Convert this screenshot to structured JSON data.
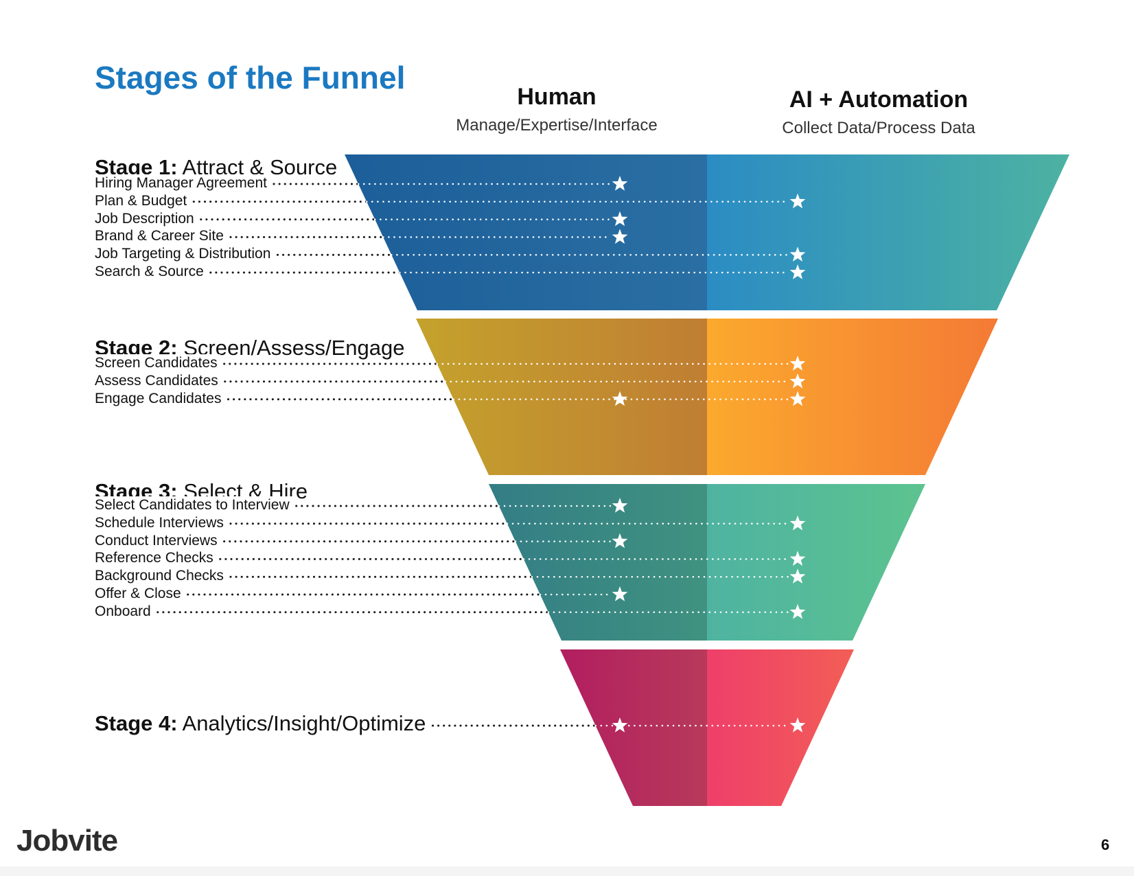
{
  "page": {
    "title": "Stages of the Funnel",
    "logo": "Jobvite",
    "page_number": "6"
  },
  "columns": {
    "human": {
      "title": "Human",
      "subtitle": "Manage/Expertise/Interface"
    },
    "ai": {
      "title": "AI + Automation",
      "subtitle": "Collect Data/Process Data"
    }
  },
  "stages": [
    {
      "label": "Stage 1:",
      "name": "Attract & Source",
      "colors": {
        "human": [
          "#1c5e99",
          "#2a6fa3"
        ],
        "ai": [
          "#2b8cc4",
          "#4db2a2"
        ]
      },
      "steps": [
        {
          "text": "Hiring Manager Agreement",
          "human": true,
          "ai": false
        },
        {
          "text": "Plan & Budget",
          "human": false,
          "ai": true
        },
        {
          "text": "Job Description",
          "human": true,
          "ai": false
        },
        {
          "text": "Brand & Career Site",
          "human": true,
          "ai": false
        },
        {
          "text": "Job Targeting & Distribution",
          "human": false,
          "ai": true
        },
        {
          "text": "Search & Source",
          "human": false,
          "ai": true
        }
      ]
    },
    {
      "label": "Stage 2:",
      "name": "Screen/Assess/Engage",
      "colors": {
        "human": [
          "#c4a22c",
          "#c07e33"
        ],
        "ai": [
          "#fba92e",
          "#f47a35"
        ]
      },
      "steps": [
        {
          "text": "Screen Candidates",
          "human": false,
          "ai": true
        },
        {
          "text": "Assess Candidates",
          "human": false,
          "ai": true
        },
        {
          "text": "Engage Candidates",
          "human": true,
          "ai": true
        }
      ]
    },
    {
      "label": "Stage 3:",
      "name": "Select & Hire",
      "colors": {
        "human": [
          "#337d85",
          "#409280"
        ],
        "ai": [
          "#4fb3a1",
          "#5cc38f"
        ]
      },
      "steps": [
        {
          "text": "Select Candidates to Interview",
          "human": true,
          "ai": false
        },
        {
          "text": "Schedule Interviews",
          "human": false,
          "ai": true
        },
        {
          "text": "Conduct Interviews",
          "human": true,
          "ai": false
        },
        {
          "text": "Reference Checks",
          "human": false,
          "ai": true
        },
        {
          "text": "Background Checks",
          "human": false,
          "ai": true
        },
        {
          "text": "Offer & Close",
          "human": true,
          "ai": false
        },
        {
          "text": "Onboard",
          "human": false,
          "ai": true
        }
      ]
    },
    {
      "label": "Stage 4:",
      "name": "Analytics/Insight/Optimize",
      "colors": {
        "human": [
          "#b21e60",
          "#b73a5a"
        ],
        "ai": [
          "#ef3f6a",
          "#f25e55"
        ]
      },
      "steps": [],
      "human": true,
      "ai": true
    }
  ]
}
